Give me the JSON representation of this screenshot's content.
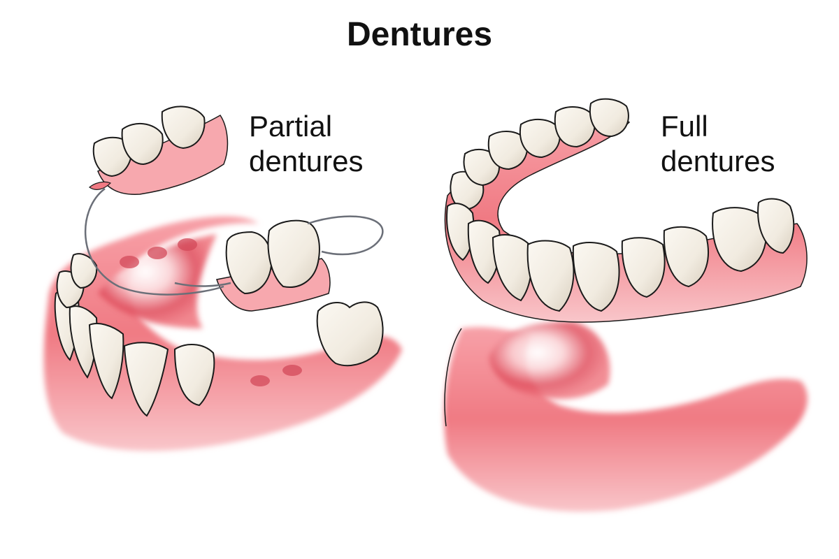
{
  "title": "Dentures",
  "panels": [
    {
      "id": "partial",
      "label_line1": "Partial",
      "label_line2": "dentures",
      "components": [
        "removable upper tooth section",
        "metal clasp wire",
        "lower gum base with missing-tooth sockets",
        "isolated molar"
      ]
    },
    {
      "id": "full",
      "label_line1": "Full",
      "label_line2": "dentures",
      "components": [
        "full upper denture arch",
        "lower gum ridge"
      ]
    }
  ],
  "colors": {
    "gum": "#f07a83",
    "gum_dark": "#d93446",
    "gum_light": "#f9b3b8",
    "tooth": "#f4efe6",
    "tooth_shadow": "#d8cfc0",
    "outline": "#1a1a1a",
    "wire": "#6b6f78"
  }
}
